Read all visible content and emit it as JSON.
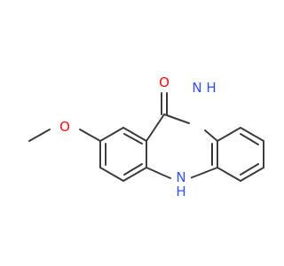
{
  "atoms": [
    {
      "id": "O1",
      "symbol": "O",
      "color": "#ff0d0d"
    },
    {
      "id": "N1",
      "symbol": "H",
      "color": "#3050f8"
    },
    {
      "id": "N2",
      "symbol": "H",
      "color": "#3050f8"
    },
    {
      "id": "O2",
      "symbol": "O",
      "color": "#ff0d0d"
    }
  ],
  "nh_labels": [
    {
      "id": "N1",
      "text": "N",
      "color": "#3050f8"
    },
    {
      "id": "N2",
      "text": "N",
      "color": "#3050f8"
    }
  ],
  "colors": {
    "bond": "#3d3d3d",
    "oxygen": "#ff0d0d",
    "nitrogen": "#3050f8"
  }
}
